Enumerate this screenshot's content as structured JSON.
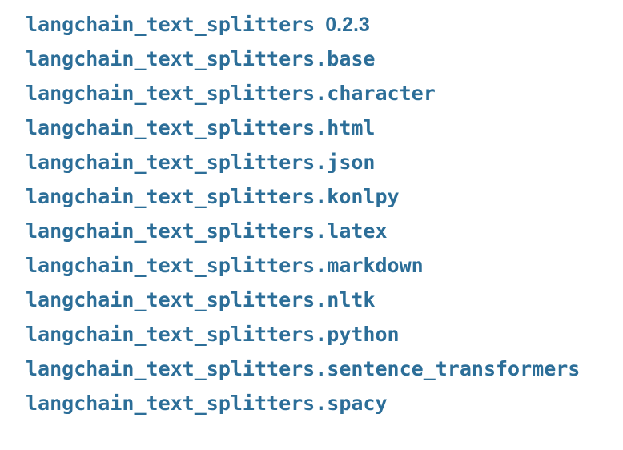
{
  "theme": {
    "background": "#ffffff",
    "link_color": "#2c6e98"
  },
  "header": {
    "package_name": "langchain_text_splitters",
    "version": "0.2.3"
  },
  "modules": [
    "langchain_text_splitters.base",
    "langchain_text_splitters.character",
    "langchain_text_splitters.html",
    "langchain_text_splitters.json",
    "langchain_text_splitters.konlpy",
    "langchain_text_splitters.latex",
    "langchain_text_splitters.markdown",
    "langchain_text_splitters.nltk",
    "langchain_text_splitters.python",
    "langchain_text_splitters.sentence_transformers",
    "langchain_text_splitters.spacy"
  ]
}
